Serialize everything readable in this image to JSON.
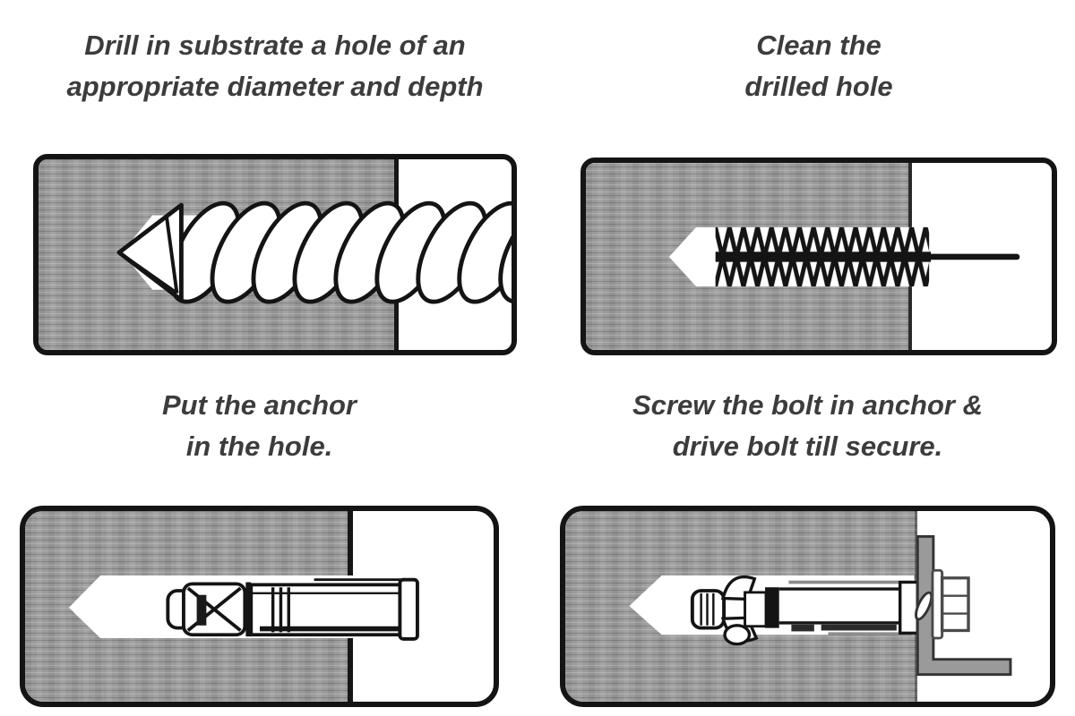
{
  "page": {
    "background": "#ffffff",
    "description_labels": {
      "substrate": "substrate-texture",
      "hole": "drilled-hole"
    }
  },
  "colors": {
    "substrate_gray": "#9b9b9b",
    "outline_black": "#141414",
    "caption_text": "#3c3c3c",
    "bracket_gray": "#9a9a9a"
  },
  "steps": [
    {
      "id": 1,
      "caption": "Drill in substrate a hole of an\nappropriate diameter and depth",
      "illustration": "drill-bit-in-substrate"
    },
    {
      "id": 2,
      "caption": "Clean the\ndrilled hole",
      "illustration": "cleaning-brush-in-hole"
    },
    {
      "id": 3,
      "caption": "Put the anchor\nin the hole.",
      "illustration": "sleeve-anchor-in-hole"
    },
    {
      "id": 4,
      "caption": "Screw the bolt in anchor &\ndrive bolt till secure.",
      "illustration": "bolt-secured-with-bracket"
    }
  ]
}
